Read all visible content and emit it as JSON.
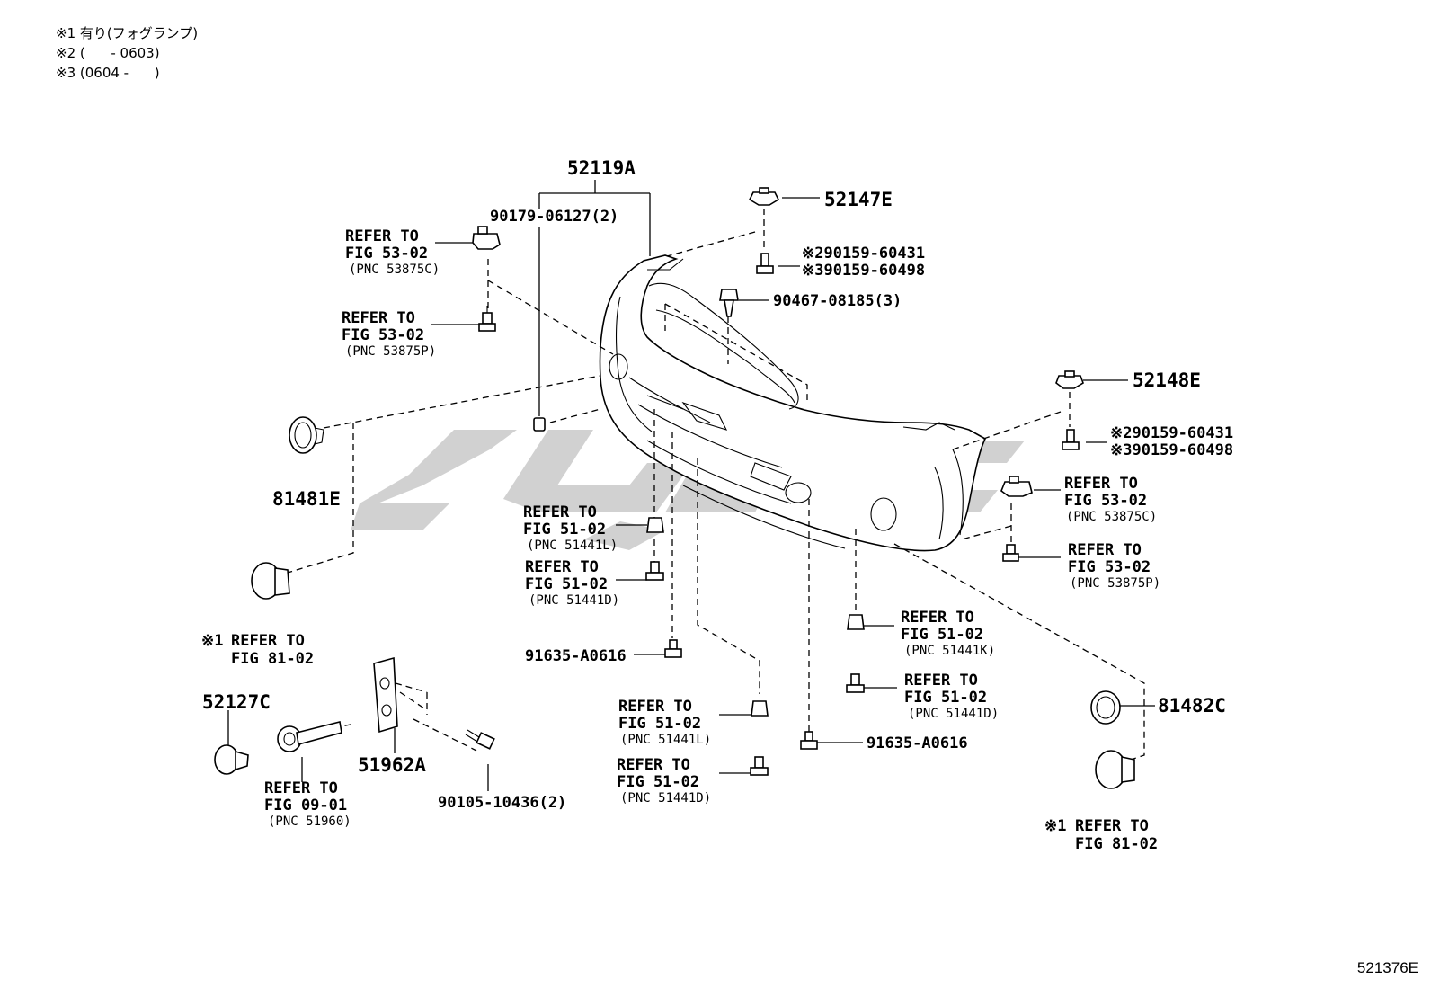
{
  "notes": [
    "※1 有り(フォグランプ)",
    "※2 (      - 0603)",
    "※3 (0604 -      )"
  ],
  "figure_id": "521376E",
  "watermark": "CDP",
  "labels": {
    "p52119A": "52119A",
    "p90179": "90179-06127(2)",
    "p52147E": "52147E",
    "p52147E_b1": "※290159-60431",
    "p52147E_b2": "※390159-60498",
    "p90467": "90467-08185(3)",
    "p52148E": "52148E",
    "p52148E_b1": "※290159-60431",
    "p52148E_b2": "※390159-60498",
    "p81481E": "81481E",
    "p81482C": "81482C",
    "p52127C": "52127C",
    "p51962A": "51962A",
    "p90105": "90105-10436(2)",
    "p91635_left": "91635-A0616",
    "p91635_right": "91635-A0616"
  },
  "refs": {
    "r_top_left_c": [
      "REFER TO",
      "FIG 53-02",
      "(PNC 53875C)"
    ],
    "r_top_left_p": [
      "REFER TO",
      "FIG 53-02",
      "(PNC 53875P)"
    ],
    "r_mid_51441L": [
      "REFER TO",
      "FIG 51-02",
      "(PNC 51441L)"
    ],
    "r_mid_51441D": [
      "REFER TO",
      "FIG 51-02",
      "(PNC 51441D)"
    ],
    "r_fog_left": [
      "※1",
      "REFER TO",
      "FIG 81-02"
    ],
    "r_0901": [
      "REFER TO",
      "FIG 09-01",
      "(PNC 51960)"
    ],
    "r_bot_51441L": [
      "REFER TO",
      "FIG 51-02",
      "(PNC 51441L)"
    ],
    "r_bot_51441D": [
      "REFER TO",
      "FIG 51-02",
      "(PNC 51441D)"
    ],
    "r_right_c": [
      "REFER TO",
      "FIG 53-02",
      "(PNC 53875C)"
    ],
    "r_right_p": [
      "REFER TO",
      "FIG 53-02",
      "(PNC 53875P)"
    ],
    "r_right_51441K": [
      "REFER TO",
      "FIG 51-02",
      "(PNC 51441K)"
    ],
    "r_right_51441D": [
      "REFER TO",
      "FIG 51-02",
      "(PNC 51441D)"
    ],
    "r_fog_right": [
      "※1",
      "REFER TO",
      "FIG 81-02"
    ]
  }
}
